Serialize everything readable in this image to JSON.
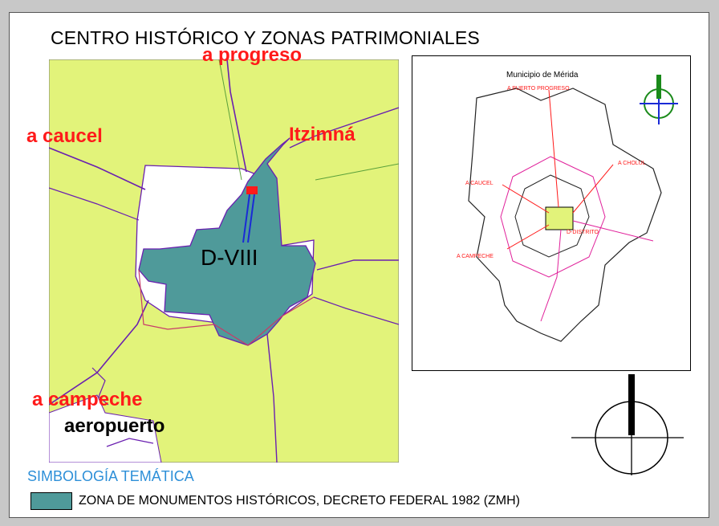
{
  "title": "CENTRO HISTÓRICO Y ZONAS PATRIMONIALES",
  "city_map": {
    "labels": {
      "progreso": "a progreso",
      "caucel": "a caucel",
      "itzimna": "Itzimná",
      "campeche": "a campeche",
      "district": "D-VIII",
      "airport": "aeropuerto"
    }
  },
  "inset_map": {
    "title": "Municipio de Mérida",
    "roads": {
      "progreso": "A PUERTO PROGRESO",
      "cholul": "A CHOLUL",
      "caucel": "A CAUCEL",
      "campeche": "A CAMPECHE",
      "district": "D-DISTRITO"
    }
  },
  "legend": {
    "title": "SIMBOLOGÍA TEMÁTICA",
    "items": [
      {
        "label": "ZONA DE MONUMENTOS HISTÓRICOS, DECRETO FEDERAL 1982 (ZMH)",
        "color": "#4f9a9a"
      }
    ]
  },
  "colors": {
    "background_zone": "#e2f37a",
    "historic_zone": "#4f9a9a",
    "roads": "#ff1a1a",
    "boundaries": "#6a1fb0",
    "legend_title": "#2d8fd8",
    "compass_small": "#1a8a1a"
  }
}
